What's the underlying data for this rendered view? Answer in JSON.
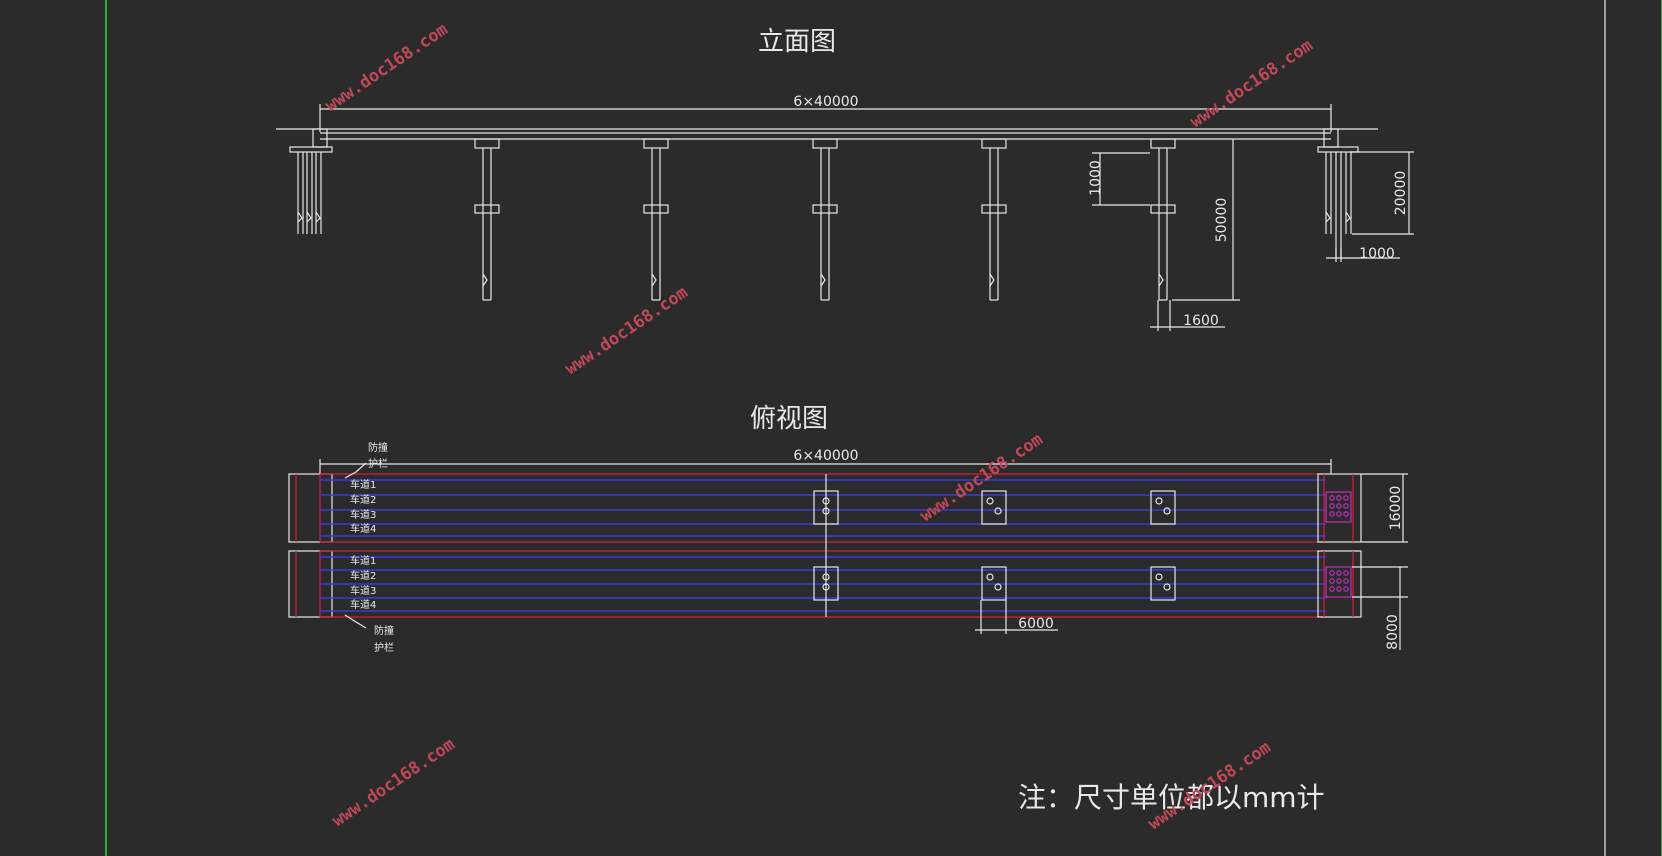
{
  "colors": {
    "background": "#2b2b2b",
    "line_white": "#e8e8e8",
    "line_red": "#d0203a",
    "line_blue": "#3a3ae0",
    "line_magenta": "#e030e0",
    "frame_green": "#3ad03a",
    "watermark": "#c04858"
  },
  "elevation": {
    "title": "立面图",
    "span_dim": "6×40000",
    "dim_1000_vertical": "1000",
    "dim_50000": "50000",
    "dim_20000": "20000",
    "dim_1000_horizontal": "1000",
    "dim_1600": "1600"
  },
  "plan": {
    "title": "俯视图",
    "span_dim": "6×40000",
    "barrier_label_top_1": "防撞",
    "barrier_label_top_2": "护栏",
    "lanes_top": [
      "车道1",
      "车道2",
      "车道3",
      "车道4"
    ],
    "lanes_bottom": [
      "车道1",
      "车道2",
      "车道3",
      "车道4"
    ],
    "barrier_label_bottom_1": "防撞",
    "barrier_label_bottom_2": "护栏",
    "dim_6000": "6000",
    "dim_16000": "16000",
    "dim_8000": "8000"
  },
  "note": "注：尺寸单位都以mm计",
  "watermark": "www.doc168.com"
}
